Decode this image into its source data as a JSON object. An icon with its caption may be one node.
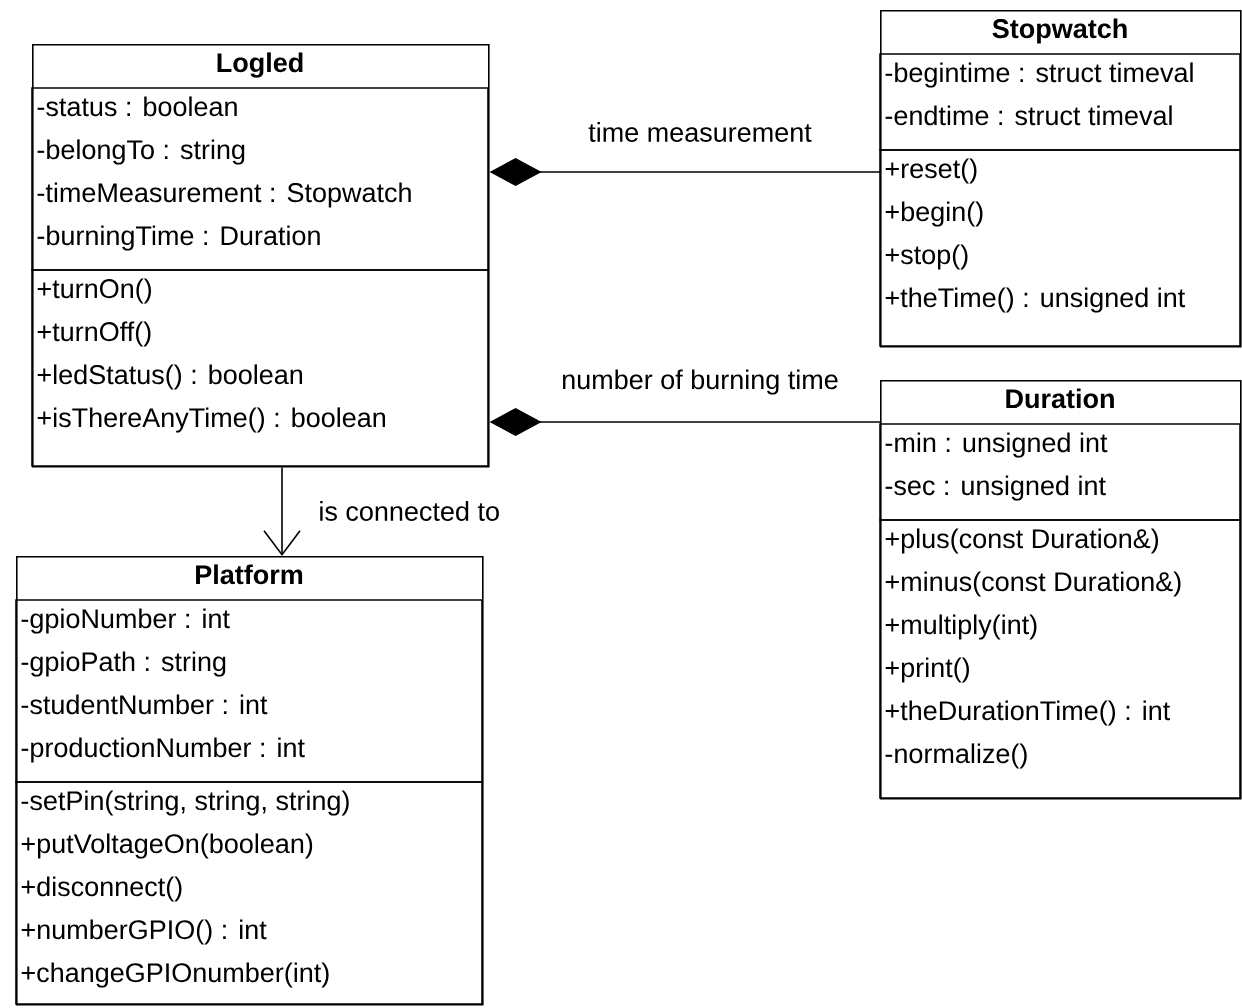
{
  "diagram": {
    "nodes": [
      {
        "text": [
          "Logled"
        ]
      },
      {
        "text": [
          "-status : boolean",
          "-belongTo : string",
          "-timeMeasurement : Stopwatch",
          "-burningTime : Duration"
        ],
        "in": 0
      },
      {
        "text": [
          "+turnOn()",
          "+turnOff()",
          "+ledStatus() : boolean",
          "+isThereAnyTime() : boolean"
        ],
        "in": 0
      },
      {
        "text": [
          "Stopwatch"
        ]
      },
      {
        "text": [
          "-begintime : struct timeval",
          "-endtime : struct timeval"
        ],
        "in": 3
      },
      {
        "text": [
          "+reset()",
          "+begin()",
          "+stop()",
          "+theTime() : unsigned int"
        ],
        "in": 3
      },
      {
        "text": [
          "Duration"
        ]
      },
      {
        "text": [
          "-min : unsigned int",
          "-sec : unsigned int"
        ],
        "in": 6
      },
      {
        "text": [
          "+plus(const Duration&)",
          "+minus(const Duration&)",
          "+multiply(int)",
          "+print()",
          "+theDurationTime() : int",
          "-normalize()"
        ],
        "in": 6
      },
      {
        "text": [
          "Platform"
        ]
      },
      {
        "text": [
          "-gpioNumber : int",
          "-gpioPath : string",
          "-studentNumber : int",
          "-productionNumber : int"
        ],
        "in": 9
      },
      {
        "text": [
          "-setPin(string, string, string)",
          "+putVoltageOn(boolean)",
          "+disconnect()",
          "+numberGPIO() : int",
          "+changeGPIOnumber(int)"
        ],
        "in": 9
      }
    ],
    "edges": [
      {
        "from": 0,
        "to": 3,
        "arrow": "other",
        "label": "time measurement"
      },
      {
        "from": 0,
        "to": 6,
        "arrow": "other",
        "label": "number of burning time"
      },
      {
        "from": 0,
        "to": 9,
        "arrow": "to",
        "label": "is connected to"
      }
    ]
  }
}
